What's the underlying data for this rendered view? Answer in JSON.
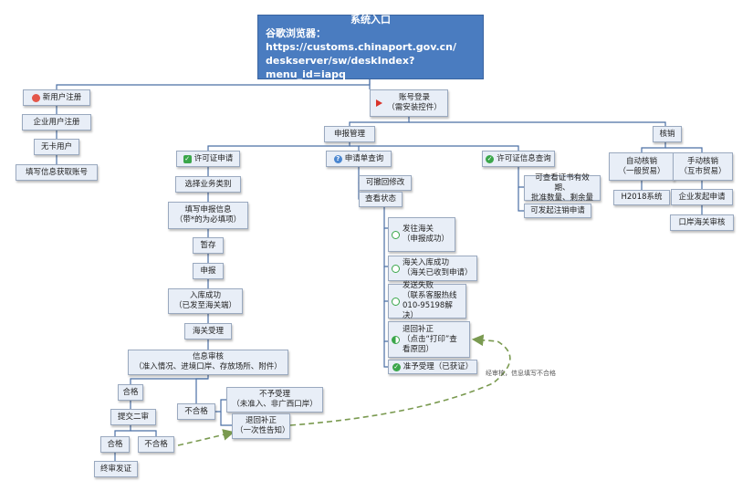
{
  "root": {
    "title": "系统入口",
    "line2": "谷歌浏览器：",
    "line3": "https://customs.chinaport.gov.cn/",
    "line4": "deskserver/sw/deskIndex?menu_id=iapq"
  },
  "nodes": {
    "new_user": "新用户注册",
    "enterprise_user": "企业用户注册",
    "no_card": "无卡用户",
    "fill_info": "填写信息获取账号",
    "login": "账号登录\n（需安装控件）",
    "declaration": "申报管理",
    "cancel": "核销",
    "permit_apply": "许可证申请",
    "select_type": "选择业务类别",
    "fill_form": "填写申报信息\n（带*的为必填项）",
    "draft": "暂存",
    "submit": "申报",
    "stored": "入库成功\n（已发至海关端）",
    "accepted": "海关受理",
    "review": "信息审核\n（准入情况、进境口岸、存放场所、附件）",
    "pass": "合格",
    "fail": "不合格",
    "second_review": "提交二审",
    "pass2": "合格",
    "fail2": "不合格",
    "final_issue": "终审发证",
    "not_accepted": "不予受理\n（未准入、非广西口岸）",
    "return_fix": "退回补正\n（一次性告知）",
    "query_apply": "申请单查询",
    "revoke": "可撤回修改",
    "view_status": "查看状态",
    "sent_customs": "发往海关\n（申报成功）",
    "customs_stored": "海关入库成功\n（海关已收到申请）",
    "send_fail": "发送失败\n（联系客服热线\n010-95198解决）",
    "return_fix2": "退回补正\n（点击“打印”查\n看原因）",
    "approved": "准予受理（已获证）",
    "permit_query": "许可证信息查询",
    "view_cert": "可查看证书有效期、\n批准数量、剩余量",
    "cancel_apply": "可发起注销申请",
    "auto_cancel": "自动核销\n（一般贸易）",
    "h2018": "H2018系统",
    "manual_cancel": "手动核销\n（互市贸易）",
    "enterprise_apply": "企业发起申请",
    "port_review": "口岸海关审核"
  },
  "annotation": "经审核，信息填写不合格",
  "colors": {
    "node_fill": "#e8eef7",
    "node_border": "#9aa9bf",
    "root_fill": "#4a7cc0",
    "link": "#4a6fa5",
    "dashed_arrow": "#7a9a50"
  }
}
